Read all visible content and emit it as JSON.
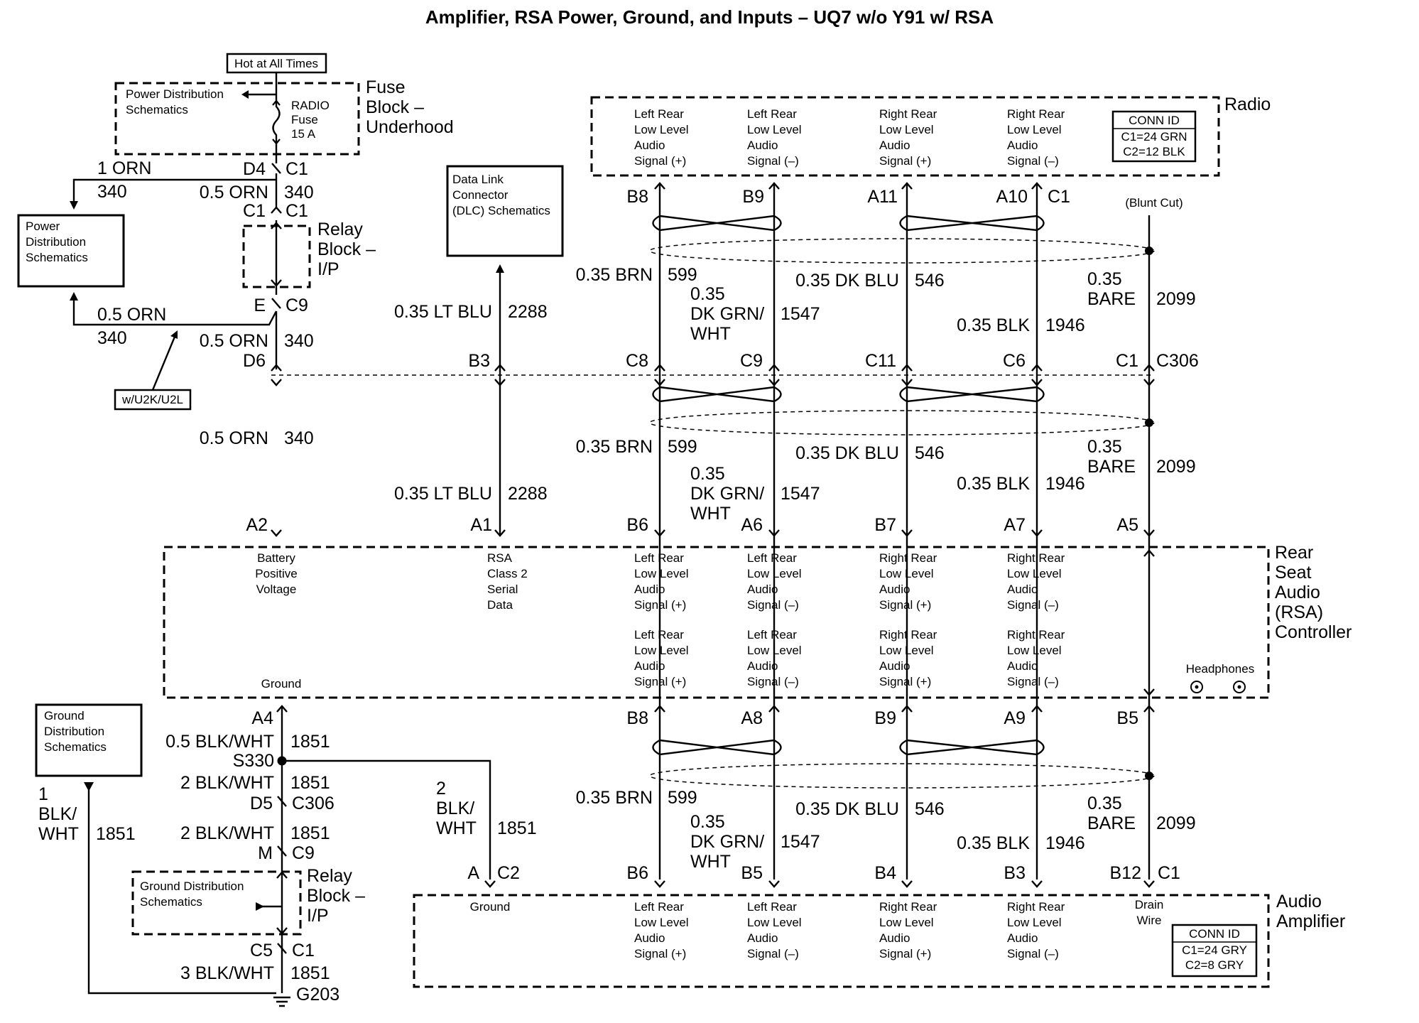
{
  "title": "Amplifier, RSA Power, Ground, and Inputs – UQ7 w/o Y91 w/ RSA",
  "top": {
    "hot": "Hot at All Times",
    "pd_a": [
      "Power Distribution",
      "Schematics"
    ],
    "fuse": [
      "RADIO",
      "Fuse",
      "15 A"
    ],
    "fuse_block": [
      "Fuse",
      "Block –",
      "Underhood"
    ],
    "pd_b": [
      "Power",
      "Distribution",
      "Schematics"
    ],
    "dlc": [
      "Data Link",
      "Connector",
      "(DLC) Schematics"
    ],
    "relay_block": [
      "Relay",
      "Block –",
      "I/P"
    ],
    "option": "w/U2K/U2L"
  },
  "power": {
    "w1_size": "1 ORN",
    "w1_num": "340",
    "d4": "D4",
    "c1a": "C1",
    "w2_size": "0.5 ORN",
    "w2_num": "340",
    "c1b": "C1",
    "c1c": "C1",
    "e": "E",
    "c9": "C9",
    "w3_size": "0.5 ORN",
    "w3_num": "340",
    "w4_size": "0.5 ORN",
    "w4_num": "340",
    "d6": "D6",
    "w5_size": "0.5 ORN",
    "w5_num": "340",
    "a2": "A2"
  },
  "dlc_wire": {
    "size": "0.35 LT BLU",
    "num": "2288",
    "b3": "B3",
    "a1": "A1"
  },
  "radio": {
    "name": "Radio",
    "conn": [
      "CONN ID",
      "C1=24 GRN",
      "C2=12 BLK"
    ],
    "labels": [
      [
        "Left Rear",
        "Low Level",
        "Audio",
        "Signal (+)"
      ],
      [
        "Left Rear",
        "Low Level",
        "Audio",
        "Signal (–)"
      ],
      [
        "Right Rear",
        "Low Level",
        "Audio",
        "Signal (+)"
      ],
      [
        "Right Rear",
        "Low Level",
        "Audio",
        "Signal (–)"
      ]
    ],
    "pins": [
      "B8",
      "B9",
      "A11",
      "A10"
    ],
    "conn_pin": "C1",
    "blunt": "(Blunt Cut)"
  },
  "wires": {
    "brn": "0.35 BRN",
    "brn_num": "599",
    "grn_a": "0.35",
    "grn_b": "DK GRN/",
    "grn_c": "WHT",
    "grn_num": "1547",
    "blu": "0.35 DK BLU",
    "blu_num": "546",
    "blk": "0.35 BLK",
    "blk_num": "1946",
    "bare_a": "0.35",
    "bare_b": "BARE",
    "bare_num": "2099"
  },
  "c306": {
    "pins": [
      "C8",
      "C9",
      "C11",
      "C6",
      "C1"
    ],
    "name": "C306"
  },
  "rsa": {
    "name": [
      "Rear",
      "Seat",
      "Audio",
      "(RSA)",
      "Controller"
    ],
    "pins_top": [
      "B6",
      "A6",
      "B7",
      "A7",
      "A5"
    ],
    "pins_bottom": [
      "B8",
      "A8",
      "B9",
      "A9",
      "B5"
    ],
    "battery": [
      "Battery",
      "Positive",
      "Voltage"
    ],
    "data": [
      "RSA",
      "Class 2",
      "Serial",
      "Data"
    ],
    "ground": "Ground",
    "headphones": "Headphones"
  },
  "ground": {
    "gd_a": [
      "Ground",
      "Distribution",
      "Schematics"
    ],
    "gd_b": [
      "Ground Distribution",
      "Schematics"
    ],
    "a4": "A4",
    "s330": "S330",
    "w1_size": "0.5 BLK/WHT",
    "w1_num": "1851",
    "w2_size": "2 BLK/WHT",
    "w2_num": "1851",
    "d5": "D5",
    "c306": "C306",
    "w3_size": "2 BLK/WHT",
    "w3_num": "1851",
    "m": "M",
    "c9": "C9",
    "relay": [
      "Relay",
      "Block –",
      "I/P"
    ],
    "c5": "C5",
    "c1": "C1",
    "w4_size": "3 BLK/WHT",
    "w4_num": "1851",
    "g203": "G203",
    "left_a": "1",
    "left_b": "BLK/",
    "left_c": "WHT",
    "left_num": "1851",
    "amp_a": "2",
    "amp_b": "BLK/",
    "amp_c": "WHT",
    "amp_num": "1851",
    "amp_pin": "A",
    "amp_conn": "C2"
  },
  "amp": {
    "name": [
      "Audio",
      "Amplifier"
    ],
    "conn": [
      "CONN ID",
      "C1=24 GRY",
      "C2=8 GRY"
    ],
    "pins": [
      "B6",
      "B5",
      "B4",
      "B3",
      "B12"
    ],
    "conn_pin": "C1",
    "ground": "Ground",
    "drain": [
      "Drain",
      "Wire"
    ]
  }
}
